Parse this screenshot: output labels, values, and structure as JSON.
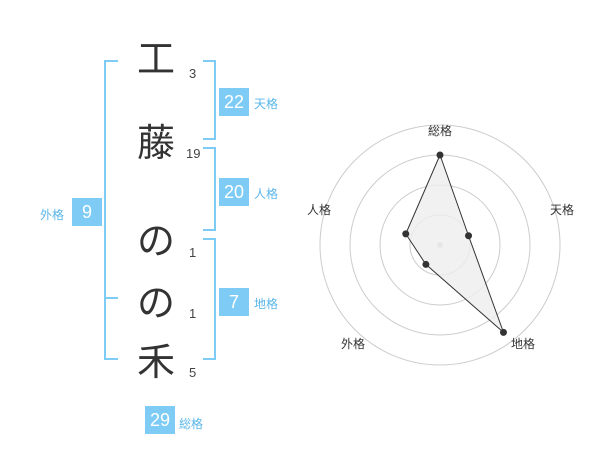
{
  "name": {
    "chars": [
      {
        "char": "工",
        "strokes": "3"
      },
      {
        "char": "藤",
        "strokes": "19"
      },
      {
        "char": "の",
        "strokes": "1"
      },
      {
        "char": "の",
        "strokes": "1"
      },
      {
        "char": "禾",
        "strokes": "5"
      }
    ]
  },
  "scores": {
    "tenkaku": {
      "value": "22",
      "label": "天格"
    },
    "jinkaku": {
      "value": "20",
      "label": "人格"
    },
    "chikaku": {
      "value": "7",
      "label": "地格"
    },
    "gaikaku": {
      "value": "9",
      "label": "外格"
    },
    "soukaku": {
      "value": "29",
      "label": "総格"
    }
  },
  "radar": {
    "axes": [
      "総格",
      "天格",
      "地格",
      "外格",
      "人格"
    ],
    "values": [
      0.75,
      0.25,
      0.9,
      0.2,
      0.3
    ],
    "max": 1,
    "rings": 4
  },
  "colors": {
    "accent": "#7ecbf5",
    "accent_text": "#5ab6e8",
    "ring": "#cccccc",
    "fill": "#eeeeee",
    "line": "#333333"
  }
}
